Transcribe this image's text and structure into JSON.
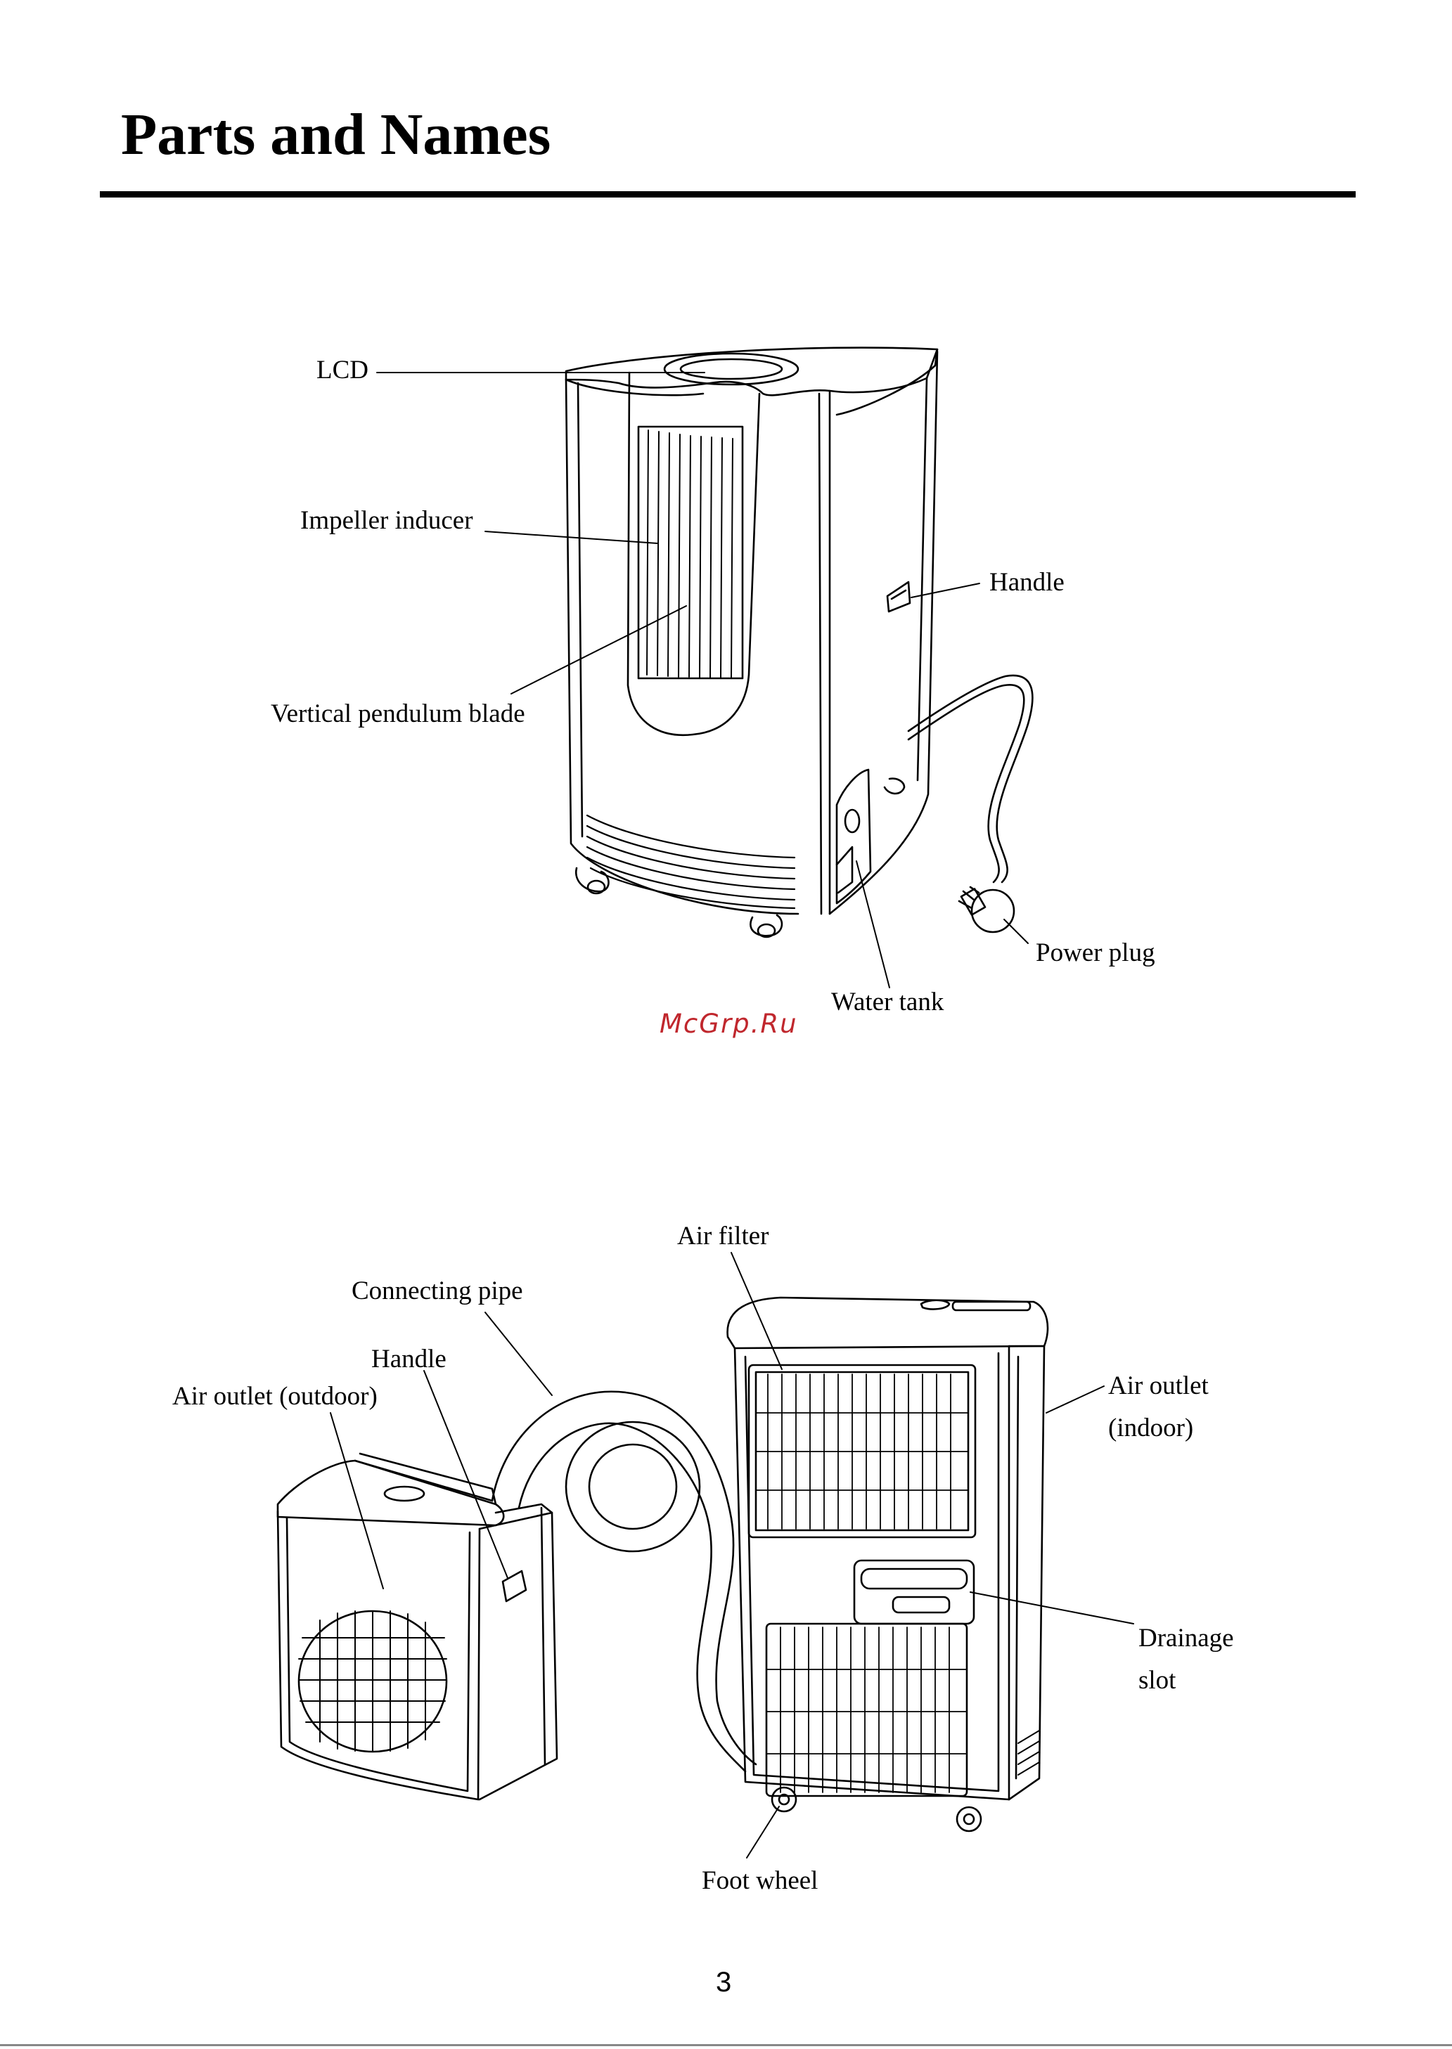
{
  "page": {
    "title": "Parts and Names",
    "page_number": "3",
    "watermark": "McGrp.Ru",
    "watermark_color": "#c0272d"
  },
  "figure_top": {
    "labels": {
      "lcd": "LCD",
      "impeller_inducer": "Impeller inducer",
      "vertical_pendulum_blade": "Vertical pendulum blade",
      "handle": "Handle",
      "power_plug": "Power plug",
      "water_tank": "Water tank"
    }
  },
  "figure_bottom": {
    "labels": {
      "air_filter": "Air filter",
      "connecting_pipe": "Connecting pipe",
      "handle": "Handle",
      "air_outlet_outdoor": "Air outlet (outdoor)",
      "air_outlet_indoor_line1": "Air outlet",
      "air_outlet_indoor_line2": "(indoor)",
      "drainage_slot_line1": "Drainage",
      "drainage_slot_line2": "slot",
      "foot_wheel": "Foot wheel"
    }
  }
}
